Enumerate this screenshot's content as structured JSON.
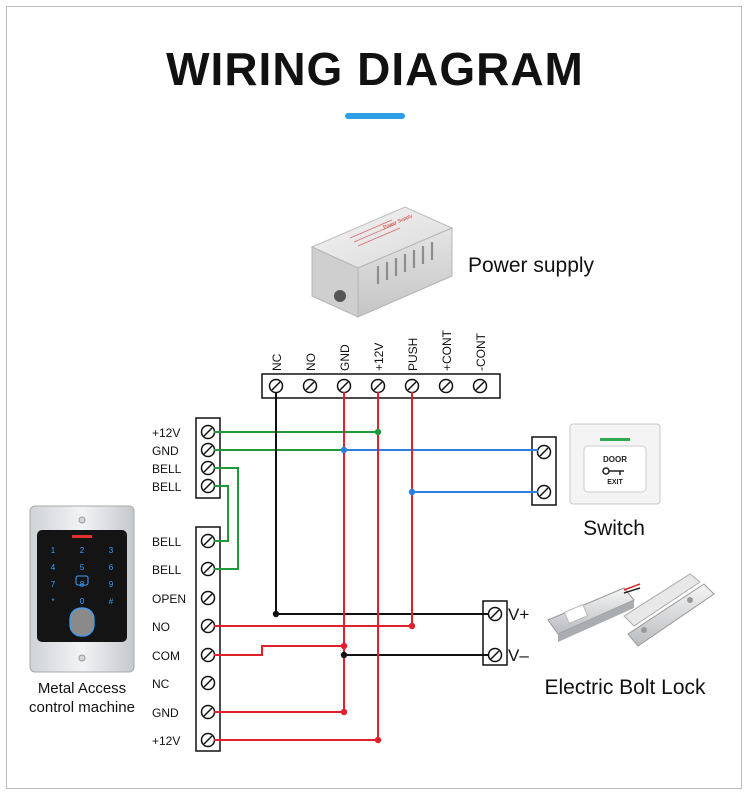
{
  "title": "WIRING DIAGRAM",
  "colors": {
    "accent": "#2e9fe6",
    "red": "#e0202a",
    "green": "#1f9a3a",
    "blue": "#2a7fe0",
    "black": "#111111"
  },
  "power_supply": {
    "label": "Power supply",
    "image_label": "Power Supply",
    "terminals": [
      "NC",
      "NO",
      "GND",
      "+12V",
      "PUSH",
      "+CONT",
      "-CONT"
    ]
  },
  "controller": {
    "label_line1": "Metal Access",
    "label_line2": "control machine",
    "upper_terminals": [
      "+12V",
      "GND",
      "BELL",
      "BELL"
    ],
    "lower_terminals": [
      "BELL",
      "BELL",
      "OPEN",
      "NO",
      "COM",
      "NC",
      "GND",
      "+12V"
    ],
    "keypad": [
      "1",
      "2",
      "3",
      "4",
      "5",
      "6",
      "7",
      "8",
      "9",
      "*",
      "0",
      "#"
    ]
  },
  "switch": {
    "label": "Switch",
    "button_line1": "DOOR",
    "button_line2": "EXIT"
  },
  "lock": {
    "label": "Electric Bolt Lock",
    "terminals": [
      "V+",
      "V–"
    ]
  }
}
